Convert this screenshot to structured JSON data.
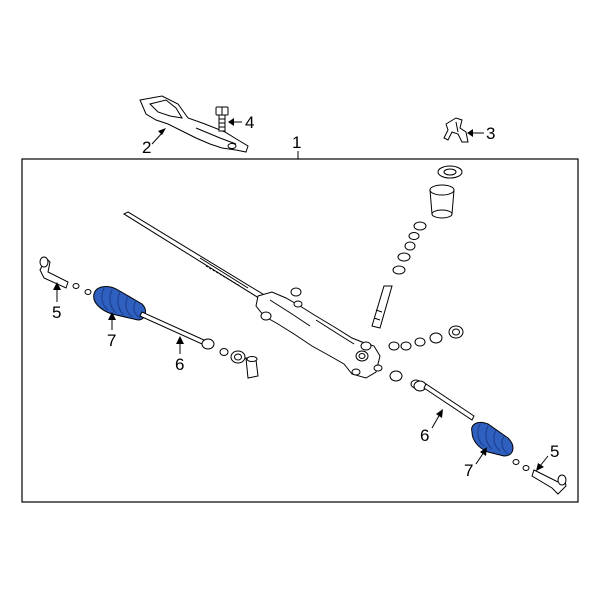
{
  "diagram": {
    "callouts": {
      "c1": "1",
      "c2": "2",
      "c3": "3",
      "c4": "4",
      "c5_left": "5",
      "c5_right": "5",
      "c6_left": "6",
      "c6_right": "6",
      "c7_left": "7",
      "c7_right": "7"
    },
    "colors": {
      "line": "#000000",
      "boot_fill": "#2f5fbf",
      "boot_dark": "#1a3d8a",
      "background": "#ffffff"
    },
    "parts": [
      "steering-rack-assembly",
      "heat-shield",
      "bracket",
      "bolt",
      "outer-tie-rod-end",
      "inner-tie-rod",
      "rack-boot"
    ]
  }
}
